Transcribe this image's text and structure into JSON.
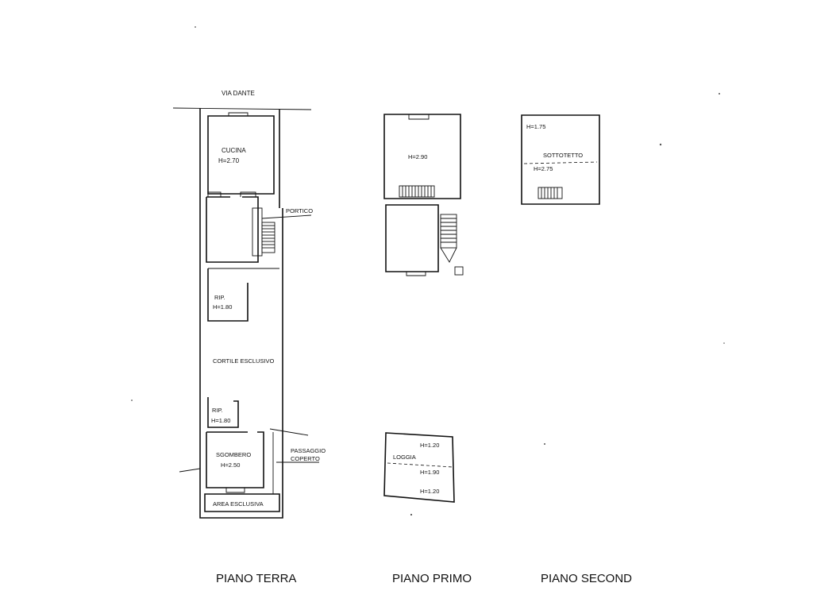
{
  "street_label": "VIA DANTE",
  "ground_floor": {
    "title": "PIANO TERRA",
    "cucina": "CUCINA",
    "cucina_h": "H=2.70",
    "portico": "PORTICO",
    "rip1": "RIP.",
    "rip1_h": "H=1.80",
    "cortile": "CORTILE ESCLUSIVO",
    "rip2": "RIP.",
    "rip2_h": "H=1.80",
    "sgombero": "SGOMBERO",
    "sgombero_h": "H=2.50",
    "passaggio_1": "PASSAGGIO",
    "passaggio_2": "COPERTO",
    "area": "AREA ESCLUSIVA"
  },
  "first_floor": {
    "title": "PIANO PRIMO",
    "room_h": "H=2.90",
    "loggia": "LOGGIA",
    "loggia_h1": "H=1.20",
    "loggia_h2": "H=1.90",
    "loggia_h3": "H=1.20"
  },
  "second_floor": {
    "title": "PIANO SECOND",
    "h_top": "H=1.75",
    "sottotetto": "SOTTOTETTO",
    "h_mid": "H=2.75"
  }
}
